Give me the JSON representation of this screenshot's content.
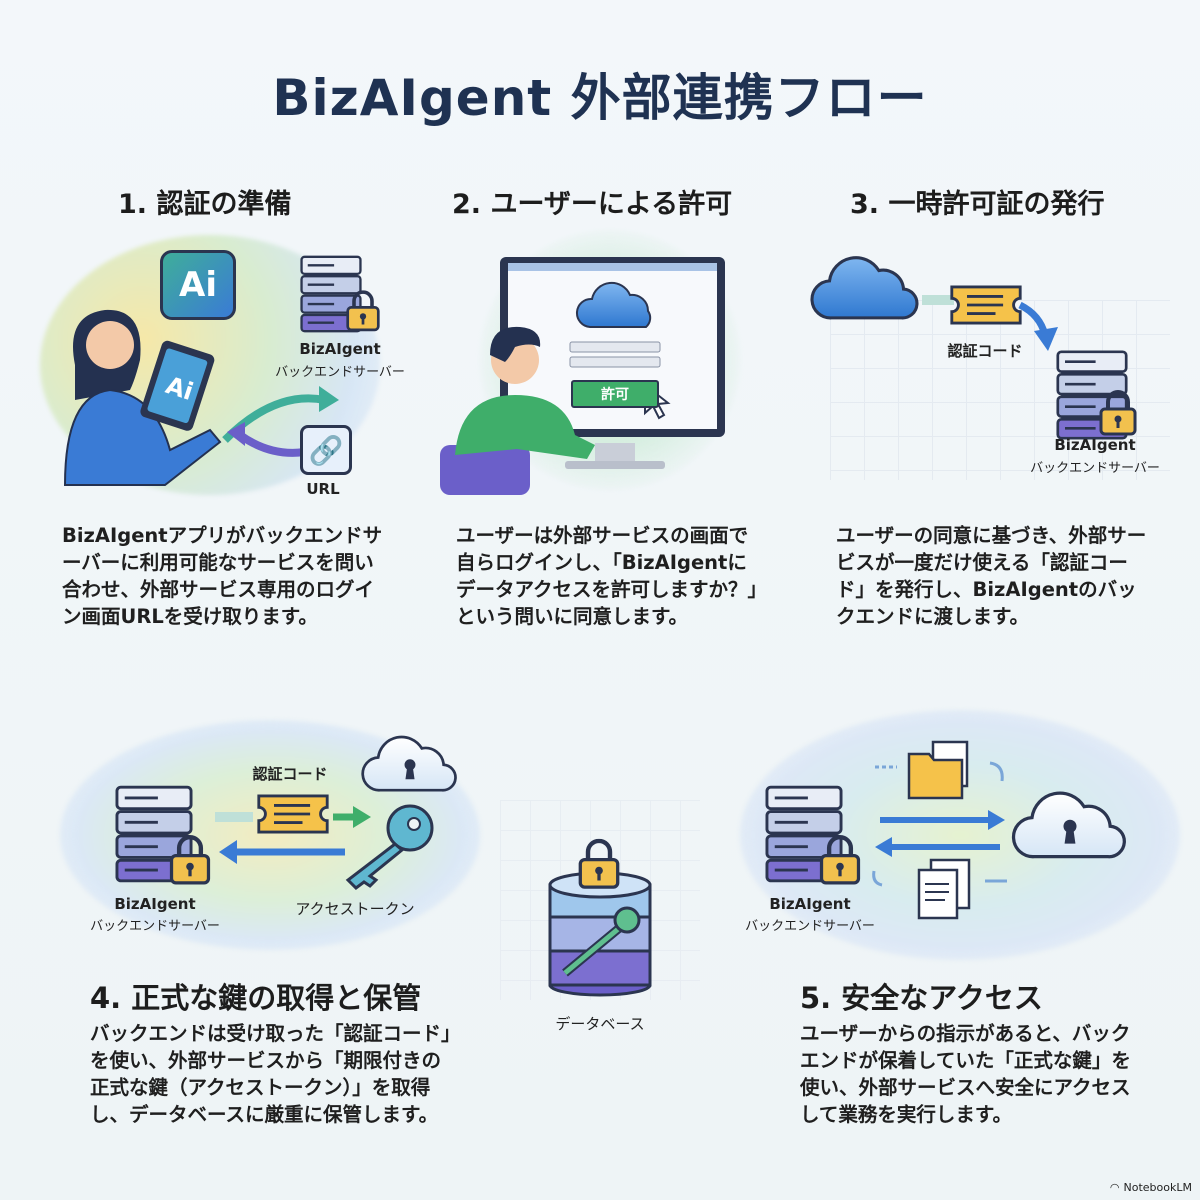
{
  "title": "BizAIgent 外部連携フロー",
  "steps": [
    {
      "heading": "1. 認証の準備",
      "text": "BizAIgentアプリがバックエンドサーバーに利用可能なサービスを問い合わせ、外部サービス専用のログイン画面URLを受け取ります。",
      "labels": {
        "app_icon": "Ai",
        "server_name": "BizAIgent",
        "server_sub": "バックエンドサーバー",
        "url": "URL"
      }
    },
    {
      "heading": "2. ユーザーによる許可",
      "text": "ユーザーは外部サービスの画面で自らログインし、「BizAIgentにデータアクセスを許可しますか？」という問いに同意します。",
      "labels": {
        "allow_button": "許可"
      }
    },
    {
      "heading": "3. 一時許可証の発行",
      "text": "ユーザーの同意に基づき、外部サービスが一度だけ使える「認証コード」を発行し、BizAIgentのバックエンドに渡します。",
      "labels": {
        "auth_code": "認証コード",
        "server_name": "BizAIgent",
        "server_sub": "バックエンドサーバー"
      }
    },
    {
      "heading": "4. 正式な鍵の取得と保管",
      "text": "バックエンドは受け取った「認証コード」を使い、外部サービスから「期限付きの正式な鍵（アクセストークン）」を取得し、データベースに厳重に保管します。",
      "labels": {
        "auth_code": "認証コード",
        "access_token": "アクセストークン",
        "server_name": "BizAIgent",
        "server_sub": "バックエンドサーバー",
        "database": "データベース"
      }
    },
    {
      "heading": "5. 安全なアクセス",
      "text": "ユーザーからの指示があると、バックエンドが保着していた「正式な鍵」を使い、外部サービスへ安全にアクセスして業務を実行します。",
      "labels": {
        "server_name": "BizAIgent",
        "server_sub": "バックエンドサーバー"
      }
    }
  ],
  "watermark": "NotebookLM",
  "colors": {
    "title": "#1f3252",
    "green": "#3fae6a",
    "blue": "#3a7bd5",
    "purple": "#6b5fc9",
    "gold": "#f2c14e"
  }
}
